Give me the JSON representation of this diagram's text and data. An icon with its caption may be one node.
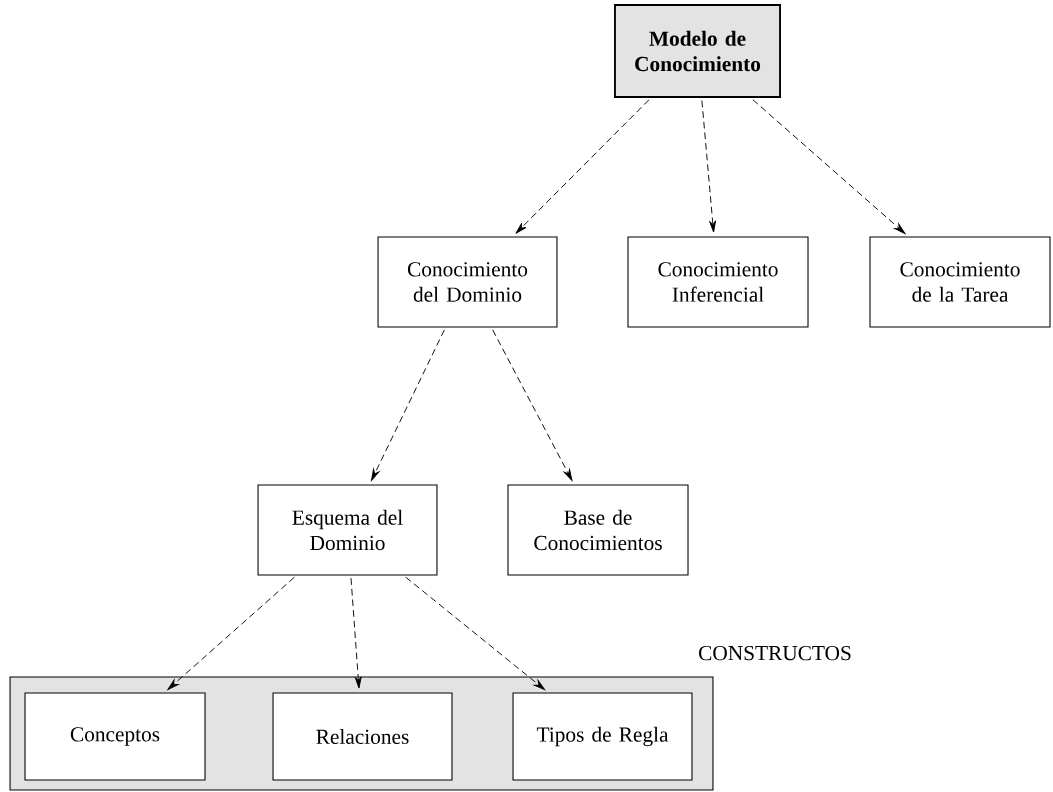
{
  "diagram": {
    "nodes": [
      {
        "text": [
          "Modelo de Conocimiento"
        ]
      },
      {
        "text": [
          "Conocimiento del Dominio"
        ]
      },
      {
        "text": [
          "Conocimiento Inferencial"
        ]
      },
      {
        "text": [
          "Conocimiento de la Tarea"
        ]
      },
      {
        "text": [
          "Esquema del Dominio"
        ]
      },
      {
        "text": [
          "Base de Conocimientos"
        ]
      },
      {
        "text": [
          "CONSTRUCTOS"
        ]
      },
      {
        "text": [
          "Conceptos"
        ],
        "in": 6
      },
      {
        "text": [
          "Relaciones"
        ],
        "in": 6
      },
      {
        "text": [
          "Tipos de Regla"
        ],
        "in": 6
      }
    ],
    "edges": [
      {
        "from": 0,
        "to": 1,
        "arrow": "to",
        "style": "dashed"
      },
      {
        "from": 0,
        "to": 2,
        "arrow": "to",
        "style": "dashed"
      },
      {
        "from": 0,
        "to": 3,
        "arrow": "to",
        "style": "dashed"
      },
      {
        "from": 1,
        "to": 4,
        "arrow": "to",
        "style": "dashed"
      },
      {
        "from": 1,
        "to": 5,
        "arrow": "to",
        "style": "dashed"
      },
      {
        "from": 4,
        "to": 7,
        "arrow": "to",
        "style": "dashed"
      },
      {
        "from": 4,
        "to": 8,
        "arrow": "to",
        "style": "dashed"
      },
      {
        "from": 4,
        "to": 9,
        "arrow": "to",
        "style": "dashed"
      }
    ]
  }
}
